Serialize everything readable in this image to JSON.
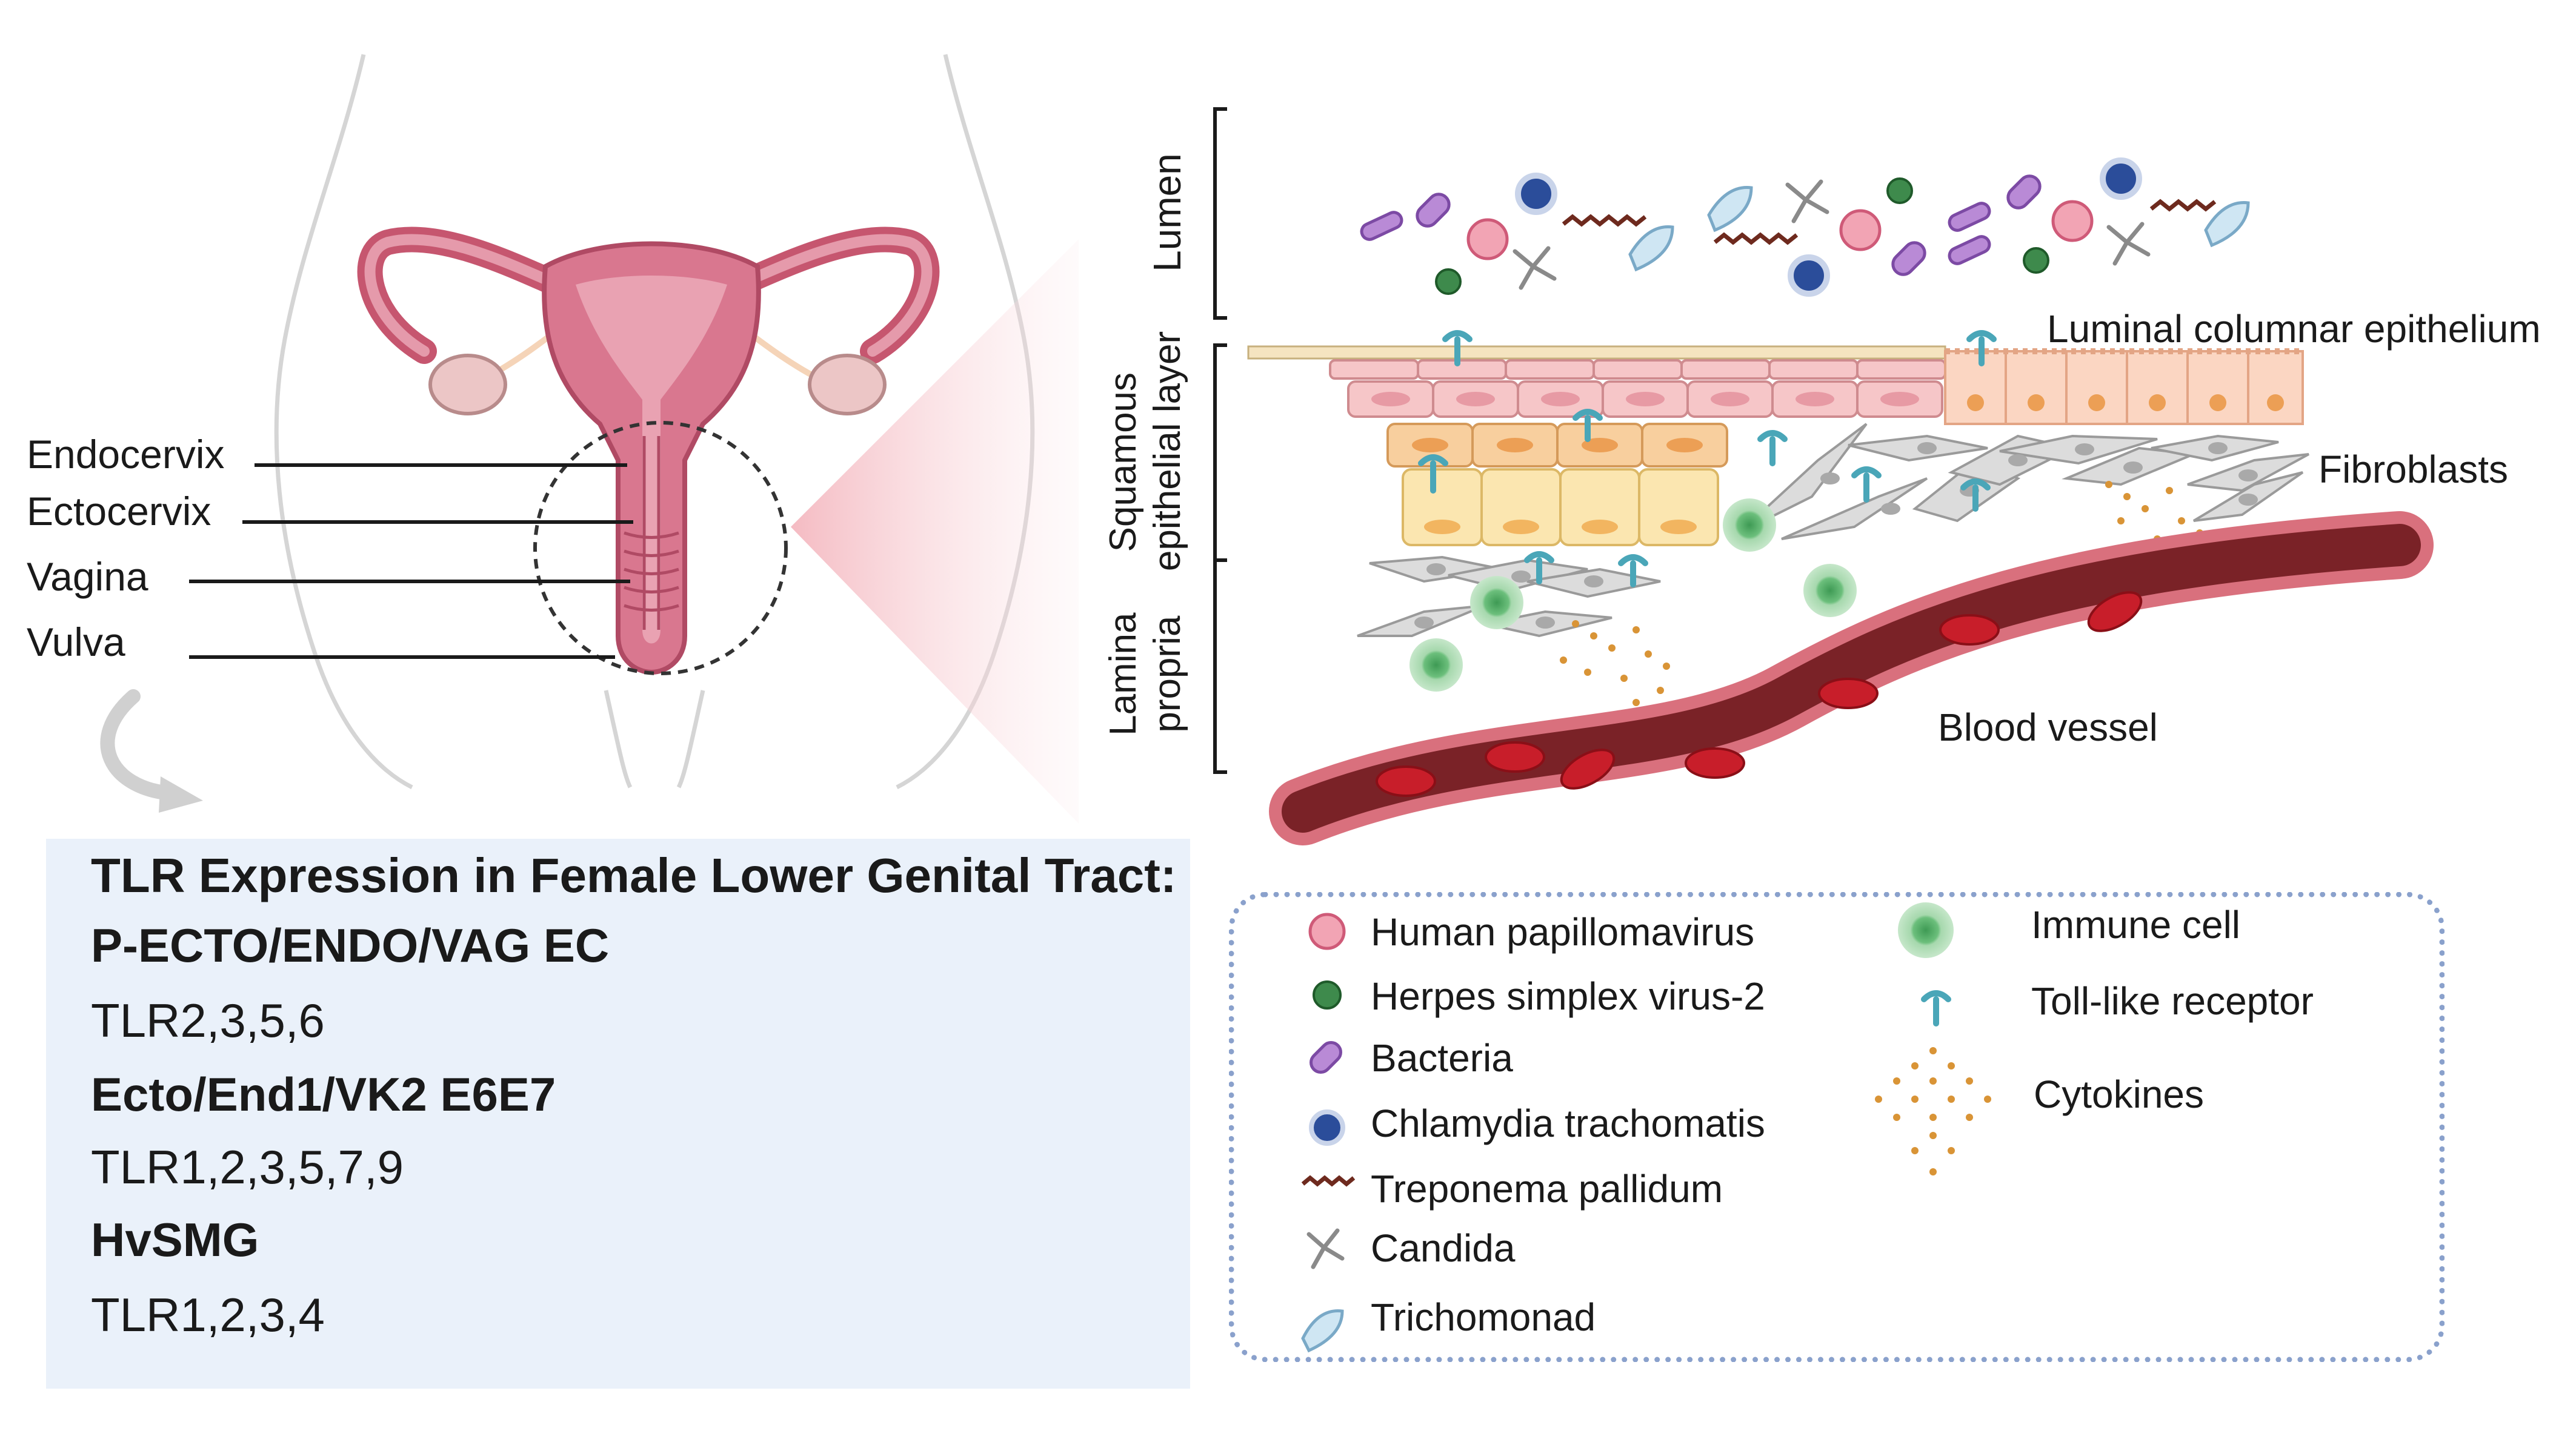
{
  "anatomy_labels": [
    "Endocervix",
    "Ectocervix",
    "Vagina",
    "Vulva"
  ],
  "layer_labels": {
    "lumen": "Lumen",
    "squamous": [
      "Squamous",
      "epithelial layer"
    ],
    "lamina": [
      "Lamina",
      "propria"
    ]
  },
  "structure_labels": {
    "columnar": "Luminal columnar epithelium",
    "fibroblasts": "Fibroblasts",
    "blood_vessel": "Blood vessel"
  },
  "tlr_panel": {
    "title": "TLR Expression in Female Lower Genital Tract:",
    "groups": [
      {
        "heading": "P-ECTO/ENDO/VAG EC",
        "tlrs": "TLR2,3,5,6"
      },
      {
        "heading": "Ecto/End1/VK2 E6E7",
        "tlrs": "TLR1,2,3,5,7,9"
      },
      {
        "heading": "HvSMG",
        "tlrs": "TLR1,2,3,4"
      }
    ]
  },
  "legend": {
    "left": [
      {
        "label": "Human papillomavirus",
        "icon": "hpv-icon"
      },
      {
        "label": "Herpes simplex virus-2",
        "icon": "hsv2-icon"
      },
      {
        "label": "Bacteria",
        "icon": "bacteria-icon"
      },
      {
        "label": "Chlamydia trachomatis",
        "icon": "chlamydia-icon"
      },
      {
        "label": "Treponema pallidum",
        "icon": "treponema-icon"
      },
      {
        "label": "Candida",
        "icon": "candida-icon"
      },
      {
        "label": "Trichomonad",
        "icon": "trichomonad-icon"
      }
    ],
    "right": [
      {
        "label": "Immune cell",
        "icon": "immune-cell-icon"
      },
      {
        "label": "Toll-like receptor",
        "icon": "tlr-icon"
      },
      {
        "label": "Cytokines",
        "icon": "cytokines-icon"
      }
    ]
  },
  "colors": {
    "uterus": "#d9778f",
    "uterus_dark": "#b04a64",
    "squamous_cell": "#f6c6c8",
    "basal_cell": "#f8cf9e",
    "parabasal_cell": "#fbe6b0",
    "columnar_cell": "#fbd6c2",
    "fibroblast": "#d9d9d9",
    "immune_cell": "#9fd3a6",
    "receptor": "#4aa6b8",
    "cytokine": "#d99436",
    "vessel_wall": "#d9707d",
    "vessel_lumen": "#7a2227",
    "rbc": "#c81e2a",
    "panel_bg": "#eaf1fa",
    "legend_border": "#8aa1cc"
  }
}
